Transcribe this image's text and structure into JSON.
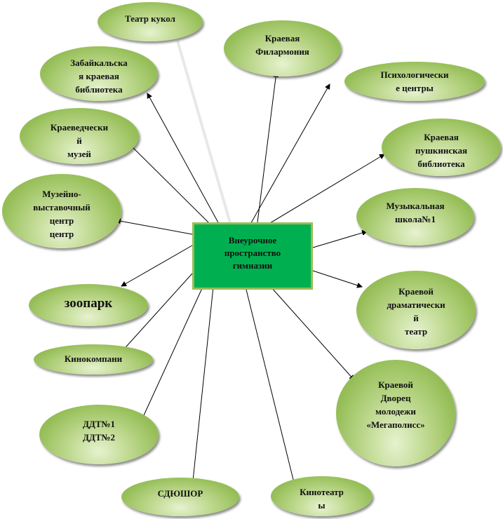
{
  "center": "Внеурочное\nпространство\nгимназии",
  "nodes": [
    {
      "id": "teatr-kukol",
      "label": "Театр кукол"
    },
    {
      "id": "filarmoniya",
      "label": "Краевая\nФилармония"
    },
    {
      "id": "biblioteka",
      "label": "Забайкальска\nя краевая\nбиблиотека"
    },
    {
      "id": "psiholog",
      "label": "Психологически\nе центры"
    },
    {
      "id": "kraeved",
      "label": "Краеведчески\nй\nмузей"
    },
    {
      "id": "pushkin",
      "label": "Краевая\nпушкинская\nбиблиотека"
    },
    {
      "id": "muzey-vyst",
      "label": "Музейно-\nвыставочный\nцентр\nцентр"
    },
    {
      "id": "muzshkola",
      "label": "Музыкальная\nшкола№1"
    },
    {
      "id": "zoopark",
      "label": "зоопарк"
    },
    {
      "id": "dramteatr",
      "label": "Краевой\nдраматически\nй\nтеатр"
    },
    {
      "id": "kinokomp",
      "label": "Кинокомпани"
    },
    {
      "id": "dvorets",
      "label": "Краевой\nДворец\nмолодежи\n«Мегаполисс»"
    },
    {
      "id": "ddt",
      "label": "ДДТ№1\nДДТ№2"
    },
    {
      "id": "sdyushor",
      "label": "СДЮШОР"
    },
    {
      "id": "kinoteatr",
      "label": "Кинотеатр\nы"
    }
  ]
}
